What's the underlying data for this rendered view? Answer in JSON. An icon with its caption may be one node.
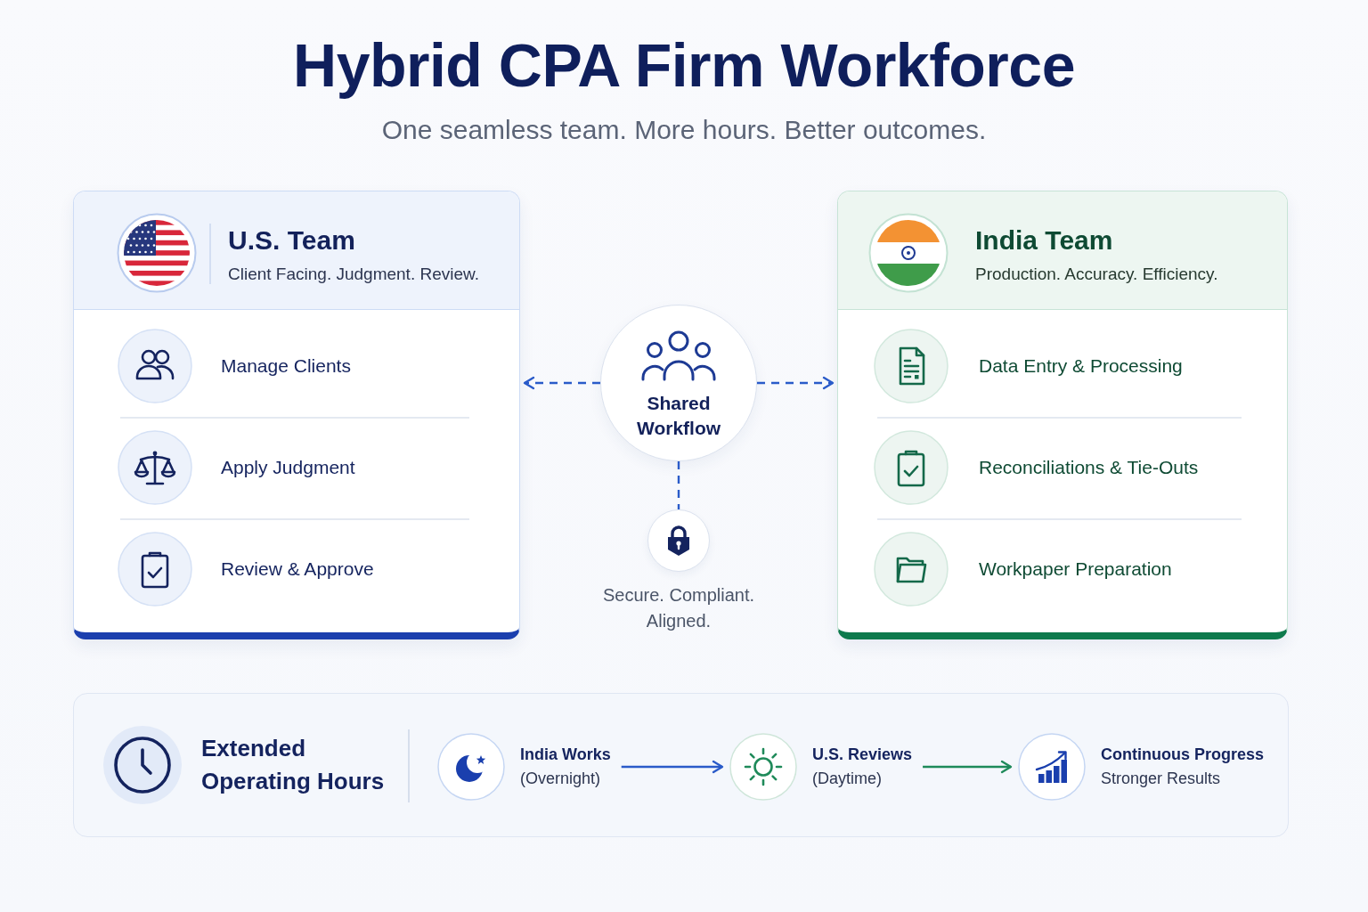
{
  "diagram": {
    "title": "Hybrid CPA Firm Workforce",
    "nodes": [
      {
        "text": [
          "U.S. Team",
          "Client Facing. Judgment. Review.",
          "Manage Clients",
          "Apply Judgment",
          "Review & Approve"
        ]
      },
      {
        "text": [
          "Shared Workflow"
        ]
      },
      {
        "text": [],
        "shape": "circle",
        "beside": [
          "Secure. Compliant. Aligned."
        ]
      },
      {
        "text": [
          "India Team",
          "Production. Accuracy. Efficiency.",
          "Data Entry & Processing",
          "Reconciliations & Tie-Outs",
          "Workpaper Preparation"
        ]
      },
      {
        "text": [
          "Extended Operating Hours"
        ]
      },
      {
        "text": [
          "India Works",
          "(Overnight)"
        ],
        "in": 4
      },
      {
        "text": [
          "U.S. Reviews",
          "(Daytime)"
        ],
        "in": 4
      },
      {
        "text": [
          "Continuous Progress",
          "Stronger Results"
        ],
        "in": 4
      }
    ],
    "edges": [
      {
        "from": 1,
        "to": 0,
        "arrow": "to",
        "style": "dashed"
      },
      {
        "from": 1,
        "to": 3,
        "arrow": "to",
        "style": "dashed"
      },
      {
        "from": 1,
        "to": 2,
        "arrow": "none",
        "style": "dashed"
      },
      {
        "from": 5,
        "to": 6,
        "arrow": "to"
      },
      {
        "from": 6,
        "to": 7,
        "arrow": "to",
        "color": "#1e8a5a"
      }
    ],
    "labels": [
      "One seamless team. More hours. Better outcomes."
    ]
  }
}
